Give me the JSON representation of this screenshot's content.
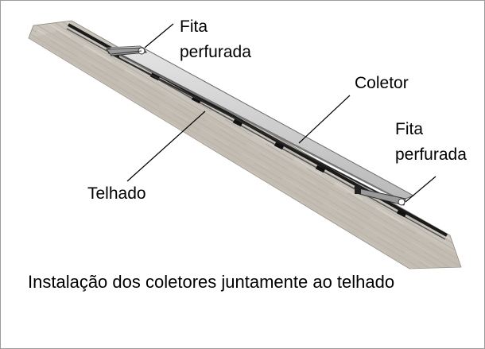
{
  "labels": {
    "fita_top_line1": "Fita",
    "fita_top_line2": "perfurada",
    "coletor": "Coletor",
    "fita_right_line1": "Fita",
    "fita_right_line2": "perfurada",
    "telhado": "Telhado"
  },
  "caption": "Instalação dos coletores juntamente ao telhado",
  "colors": {
    "roof_wood": "#c9c4bb",
    "roof_wood_dark": "#a9a298",
    "collector_panel": "#d6d6d6",
    "rail": "#1a1a1a",
    "border": "#9c9c9c"
  }
}
